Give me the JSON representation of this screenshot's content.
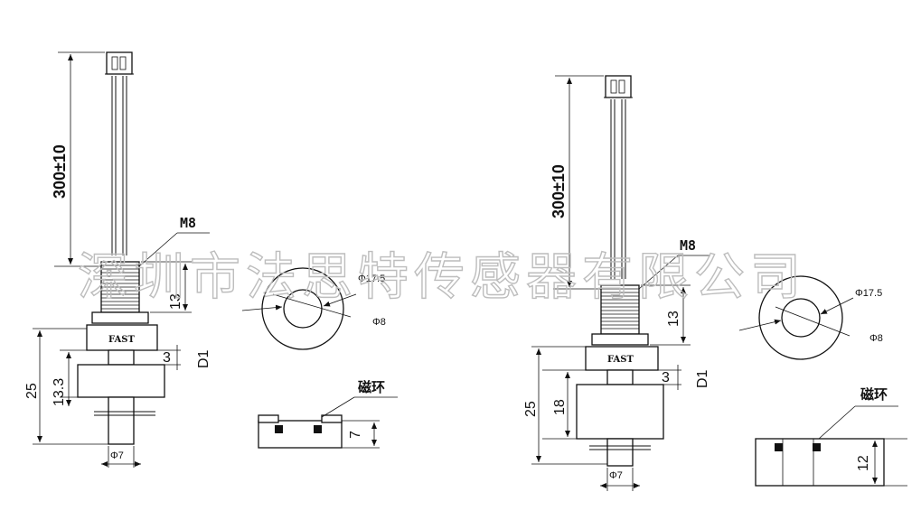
{
  "watermark": "深圳市法思特传感器有限公司",
  "left": {
    "cable_length": "300±10",
    "thread": "M8",
    "thread_length": "13",
    "brand": "FAST",
    "d1_label": "D1",
    "d1_offset": "3",
    "total_length": "25",
    "float_position": "13.3",
    "stem_diameter": "Φ7",
    "ring_outer": "Φ17.5",
    "ring_inner": "Φ8",
    "magnet_ring": "磁环",
    "magnet_height": "7"
  },
  "right": {
    "cable_length": "300±10",
    "thread": "M8",
    "thread_length": "13",
    "brand": "FAST",
    "d1_label": "D1",
    "d1_offset": "3",
    "total_length": "25",
    "float_position": "18",
    "stem_diameter": "Φ7",
    "ring_outer": "Φ17.5",
    "ring_inner": "Φ8",
    "magnet_ring": "磁环",
    "magnet_height": "12"
  }
}
